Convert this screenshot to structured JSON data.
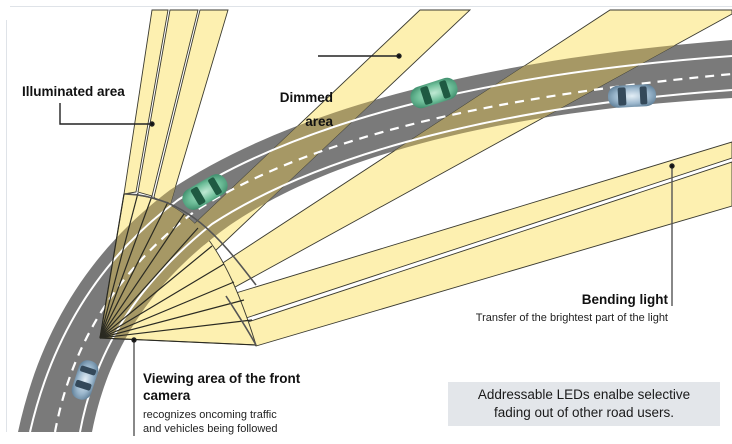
{
  "diagram": {
    "title": "Adaptive LED matrix headlight with bending light",
    "colors": {
      "beam_fill": "#fdf0b0",
      "beam_stroke": "#3a3a30",
      "road": "#7a7a7a",
      "road_in_beam": "#a69865",
      "lane_marking": "#ffffff",
      "car_green": "#6fbf9a",
      "car_blue": "#9ab6cc",
      "note_bg": "#e3e6ea"
    },
    "labels": {
      "illuminated": "Illuminated area",
      "dimmed_line1": "Dimmed",
      "dimmed_line2": "area",
      "bending_title": "Bending light",
      "bending_sub": "Transfer of the brightest part of the light",
      "camera_title_line1": "Viewing area of the front",
      "camera_title_line2": "camera",
      "camera_sub_line1": "recognizes oncoming traffic",
      "camera_sub_line2": "and vehicles being followed"
    },
    "note": {
      "line1": "Addressable LEDs enalbe selective",
      "line2": "fading out of other road users."
    },
    "vehicles": [
      {
        "name": "ego-car",
        "color": "blue",
        "role": "own vehicle"
      },
      {
        "name": "oncoming-car-near",
        "color": "green",
        "role": "oncoming traffic"
      },
      {
        "name": "oncoming-car-far",
        "color": "green",
        "role": "oncoming traffic"
      },
      {
        "name": "preceding-car",
        "color": "blue",
        "role": "vehicle being followed"
      }
    ]
  }
}
